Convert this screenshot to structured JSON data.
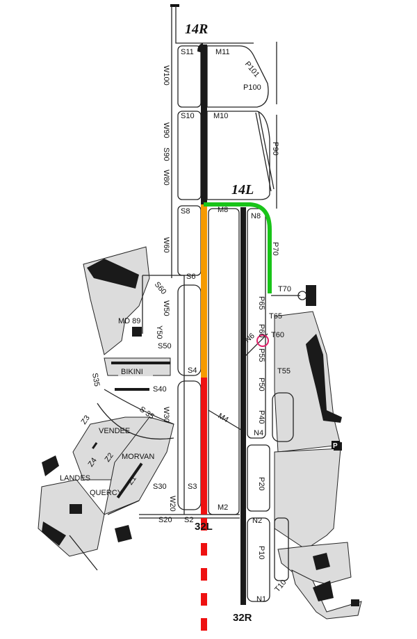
{
  "runways": {
    "r14R": "14R",
    "r14L": "14L",
    "r32L": "32L",
    "r32R": "32R"
  },
  "route_colors": {
    "green": "#19c419",
    "orange": "#f59a00",
    "red": "#ee1111",
    "marker": "#e0206a"
  },
  "taxiways": {
    "S11": "S11",
    "M11": "M11",
    "P101": "P101",
    "P100": "P100",
    "W100": "W100",
    "S10": "S10",
    "M10": "M10",
    "P90": "P90",
    "W90": "W90",
    "S90": "S90",
    "W80": "W80",
    "S8": "S8",
    "M8": "M8",
    "N8": "N8",
    "P70": "P70",
    "W60": "W60",
    "S6": "S6",
    "S60": "S60",
    "W50": "W50",
    "Y50": "Y50",
    "S50": "S50",
    "T70": "T70",
    "P65": "P65",
    "T65": "T65",
    "P60": "P60",
    "T60": "T60",
    "N6": "N6",
    "P55": "P55",
    "T55": "T55",
    "P50": "P50",
    "S4": "S4",
    "S40": "S40",
    "S35": "S35",
    "S35b": "S 35",
    "W30": "W30",
    "M4": "M4",
    "N4": "N4",
    "P40": "P40",
    "Z3": "Z3",
    "Z2": "Z2",
    "Z1": "Z1",
    "Z4": "Z4",
    "S30": "S30",
    "S3": "S3",
    "W20": "W20",
    "S20": "S20",
    "S2": "S2",
    "M2": "M2",
    "N2": "N2",
    "P20": "P20",
    "P10": "P10",
    "T10": "T10",
    "N1": "N1"
  },
  "areas": {
    "md89": "MD 89",
    "bikini": "BIKINI",
    "vendee": "VENDEE",
    "morvan": "MORVAN",
    "landes": "LANDES",
    "quercy": "QUERCY",
    "parking": "P"
  }
}
